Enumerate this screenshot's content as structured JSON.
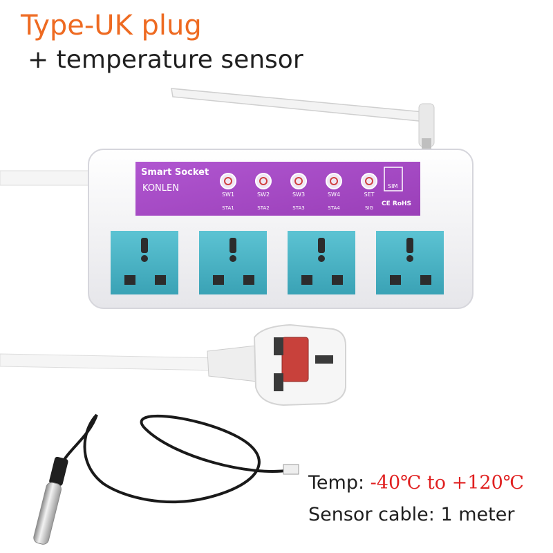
{
  "heading": {
    "title": "Type-UK plug",
    "subtitle": "+ temperature sensor"
  },
  "device": {
    "panel_title": "Smart Socket",
    "brand": "KONLEN",
    "buttons": [
      {
        "label": "SW1",
        "status": "STA1"
      },
      {
        "label": "SW2",
        "status": "STA2"
      },
      {
        "label": "SW3",
        "status": "STA3"
      },
      {
        "label": "SW4",
        "status": "STA4"
      },
      {
        "label": "SET",
        "status": "SIG"
      }
    ],
    "sim_label": "SIM",
    "cert_label": "CE RoHS",
    "outlet_count": 4,
    "colors": {
      "body": "#f4f4f6",
      "panel": "#a84bc6",
      "outlet": "#4fb8c9",
      "plug_switch": "#c8413b"
    }
  },
  "specs": {
    "temp_label": "Temp:",
    "temp_range": "-40℃ to +120℃",
    "cable": "Sensor cable: 1 meter"
  }
}
